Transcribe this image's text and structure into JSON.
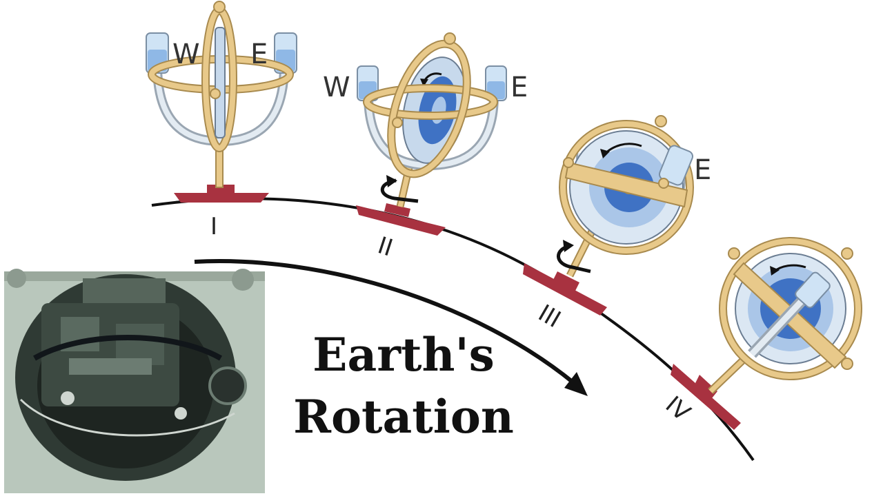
{
  "caption": {
    "line1": "Earth's",
    "line2": "Rotation"
  },
  "compass_labels": {
    "west": "W",
    "east": "E"
  },
  "positions": [
    "I",
    "II",
    "III",
    "IV"
  ],
  "photo": {
    "icon": "gyrocompass-photo"
  },
  "colors": {
    "brass": "#e8c98a",
    "brass_stroke": "#a88a4e",
    "ship": "#a83240",
    "rotor_light": "#c7d9ec",
    "rotor_dark": "#3f72c4",
    "vessel": "#cfe3f5",
    "earth_line": "#111111"
  }
}
